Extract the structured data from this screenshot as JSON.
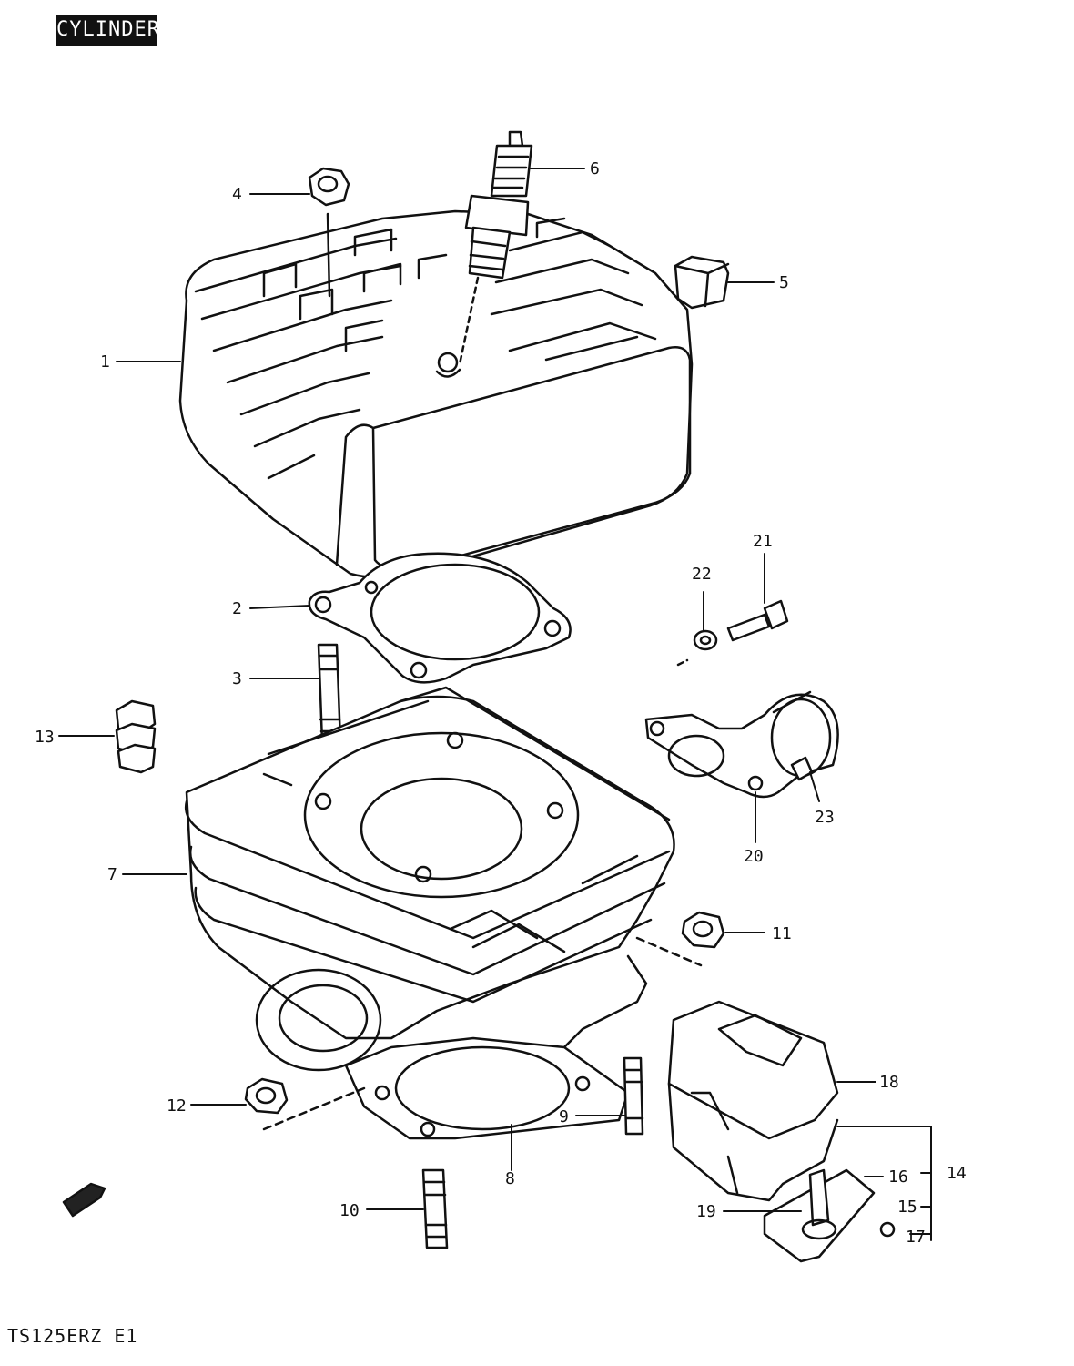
{
  "header": {
    "title": "CYLINDER"
  },
  "footer": {
    "model": "TS125ERZ  E1"
  },
  "callouts": [
    "1",
    "2",
    "3",
    "4",
    "5",
    "6",
    "7",
    "8",
    "9",
    "10",
    "11",
    "12",
    "13",
    "14",
    "15",
    "16",
    "17",
    "18",
    "19",
    "20",
    "21",
    "22",
    "23"
  ]
}
